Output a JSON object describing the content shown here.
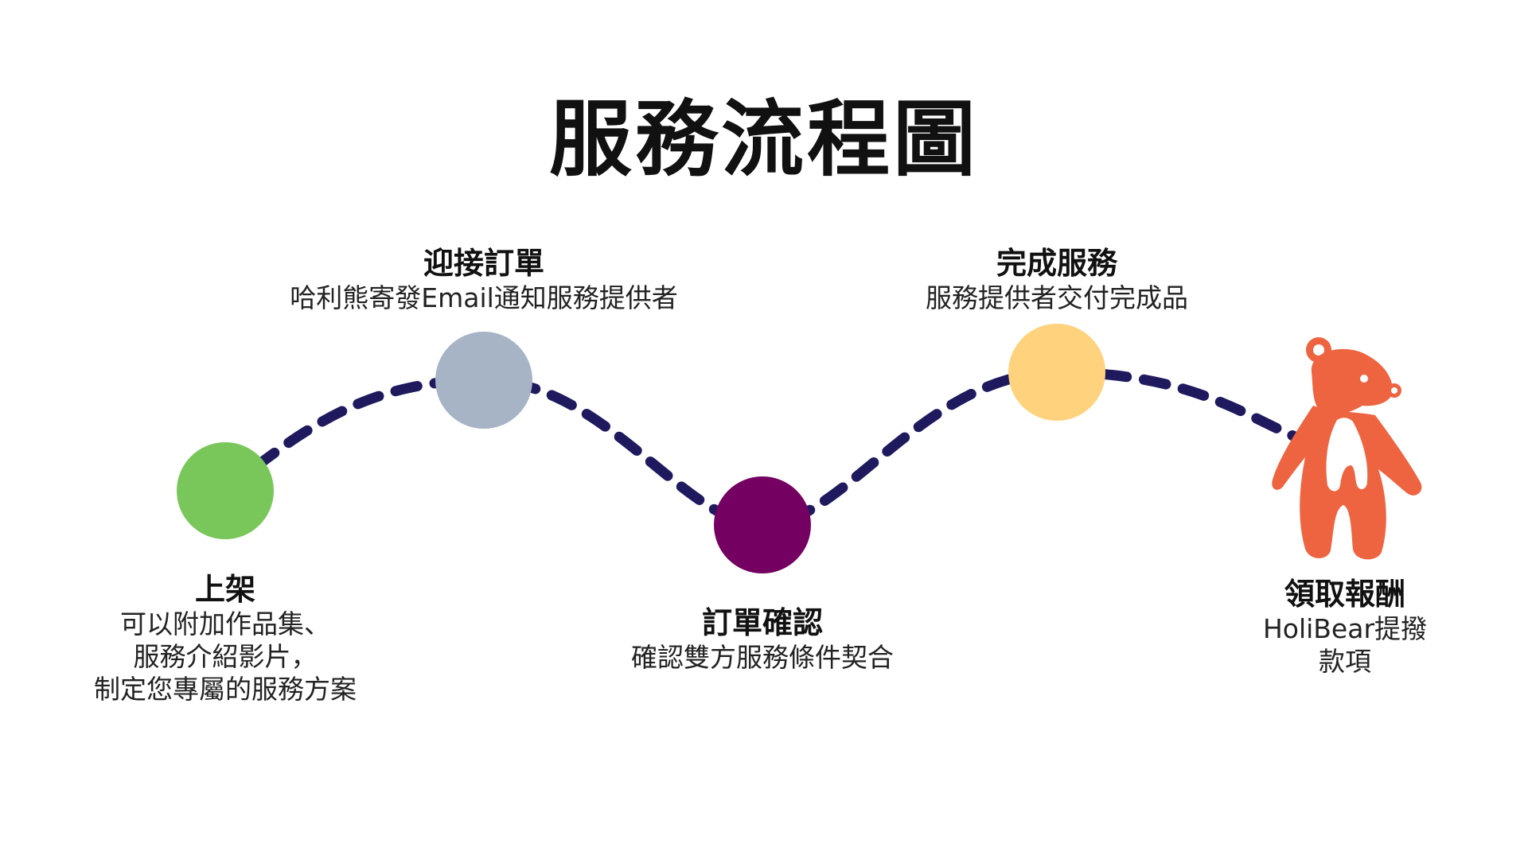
{
  "title": "服務流程圖",
  "colors": {
    "path": "#1f1a5e",
    "bear": "#ee6440"
  },
  "steps": [
    {
      "title": "上架",
      "desc": "可以附加作品集、\n服務介紹影片，\n制定您專屬的服務方案",
      "color": "#79c75b"
    },
    {
      "title": "迎接訂單",
      "desc": "哈利熊寄發Email通知服務提供者",
      "color": "#a6b4c6"
    },
    {
      "title": "訂單確認",
      "desc": "確認雙方服務條件契合",
      "color": "#740062"
    },
    {
      "title": "完成服務",
      "desc": "服務提供者交付完成品",
      "color": "#ffd27e"
    },
    {
      "title": "領取報酬",
      "desc": "HoliBear提撥款項",
      "icon": "bear-mascot-icon"
    }
  ]
}
